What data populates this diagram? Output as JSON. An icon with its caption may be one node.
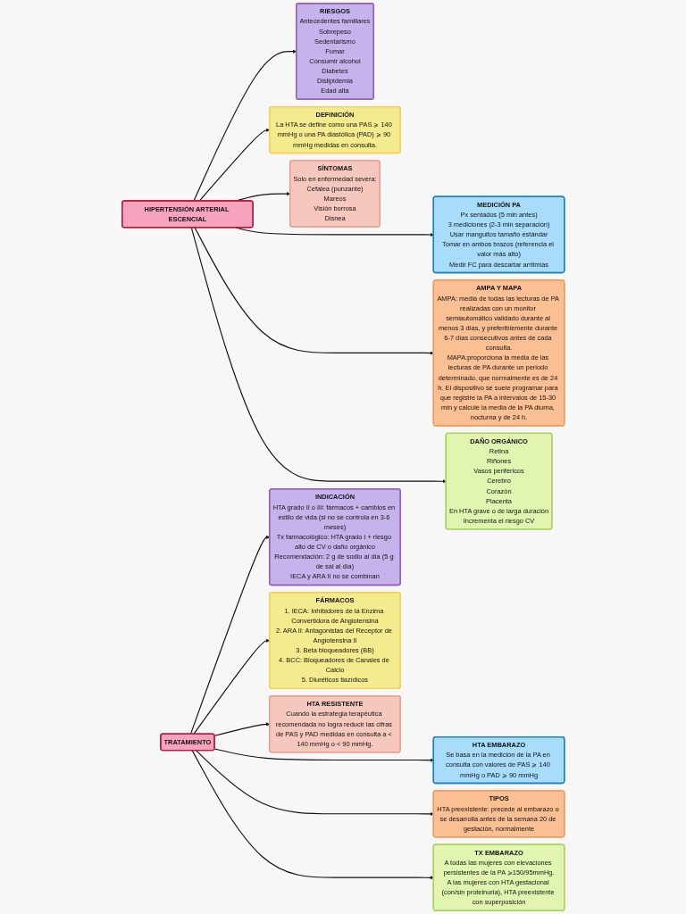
{
  "diagram": {
    "nodes": [
      {
        "text": [
          "RIESGOS",
          "Antecedentes familiares",
          "Sobrepeso",
          "Sedentarismo",
          "Fumar",
          "Consumir alcohol",
          "Diabetes",
          "Dislipidemia",
          "Edad alta"
        ]
      },
      {
        "text": [
          "DEFINICIÓN",
          "La HTA se define como una PAS ⩾ 140 mmHg o una PA diastólica (PAD) ⩾ 90 mmHg medidas en consulta."
        ]
      },
      {
        "text": [
          "SÍNTOMAS",
          "Solo en enfermedad severa:",
          "Cefalea (punzante)",
          "Mareos",
          "Visión borrosa",
          "Disnea"
        ]
      },
      {
        "text": [
          "HIPERTENSIÓN ARTERIAL ESCENCIAL"
        ]
      },
      {
        "text": [
          "MEDICIÓN PA",
          "Px sentados (5 min antes)",
          "3 mediciones (2-3 min separación)",
          "Usar manguitos tamaño estándar",
          "Tomar en ambos brazos (referencia el valor más alto)",
          "Medir FC para descartar arritmias"
        ]
      },
      {
        "text": [
          "AMPA Y MAPA",
          "AMPA: media de todas las lecturas de PA realizadas con un monitor semiautomático validado durante al menos 3 días, y preferiblemente durante 6-7 días consecutivos antes de cada consulta.",
          "MAPA:proporciona la media de las lecturas de PA durante un periodo determinado, que normalmente es de 24 h. El dispositivo se suele programar para que registre la PA a intervalos de 15-30 min y calcule la media de la PA diurna, nocturna y de 24 h."
        ]
      },
      {
        "text": [
          "DAÑO ORGÁNICO",
          "Retina",
          "Riñones",
          "Vasos periféricos",
          "Cerebro",
          "Corazón",
          "Placenta",
          "En HTA grave o de larga duración",
          "Incrementa el riesgo CV"
        ]
      },
      {
        "text": [
          "INDICACIÓN",
          "HTA grado II o III: fármacos + cambios en estilo de vida (si no se controla en 3-6 meses)",
          "Tx farmacológico: HTA grado I + riesgo alto de CV o daño orgánico",
          "Recomendación: 2 g de sodio al día (5 g de sal al día)",
          "IECA y ARA II no se combinan"
        ]
      },
      {
        "text": [
          "FÁRMACOS",
          "1. IECA: Inhibidores de la Enzima Convertidora de Angiotensina",
          "2. ARA II: Antagonistas del Receptor de Angiotensina II",
          "3. Beta bloqueadores (BB)",
          "4. BCC: Bloqueadores de Canales de Calcio",
          "5. Diuréticos tiazídicos"
        ]
      },
      {
        "text": [
          "HTA RESISTENTE",
          "Cuando la estrategia terapéutica recomendada no logra reducir las cifras de PAS y PAD medidas en consulta a < 140 mmHg o < 90 mmHg."
        ]
      },
      {
        "text": [
          "TRATAMIENTO"
        ]
      },
      {
        "text": [
          "HTA EMBARAZO",
          "Se basa en la medición de la PA en consulta con valores de PAS ⩾ 140 mmHg o PAD ⩾ 90 mmHg"
        ]
      },
      {
        "text": [
          "TIPOS",
          "HTA preexistente: precede al embarazo o se desarrolla antes de la semana 20 de gestación, normalmente"
        ]
      },
      {
        "text": [
          "TX EMBARAZO",
          "A todas las mujeres con elevaciones persistentes de la PA ⩾150/95mmHg.",
          "A las mujeres con HTA gestacional (con/sin proteinuria), HTA preexistente con superposición"
        ]
      }
    ],
    "edges": [
      {
        "from": 3,
        "to": 0,
        "arrow": "to"
      },
      {
        "from": 3,
        "to": 1,
        "arrow": "to"
      },
      {
        "from": 3,
        "to": 2,
        "arrow": "to"
      },
      {
        "from": 3,
        "to": 4,
        "arrow": "to"
      },
      {
        "from": 3,
        "to": 5,
        "arrow": "to"
      },
      {
        "from": 3,
        "to": 6,
        "arrow": "to"
      },
      {
        "from": 10,
        "to": 7,
        "arrow": "to"
      },
      {
        "from": 10,
        "to": 8,
        "arrow": "to"
      },
      {
        "from": 10,
        "to": 9,
        "arrow": "to"
      },
      {
        "from": 10,
        "to": 11,
        "arrow": "to"
      },
      {
        "from": 10,
        "to": 12,
        "arrow": "to"
      },
      {
        "from": 10,
        "to": 13,
        "arrow": "to"
      }
    ]
  }
}
